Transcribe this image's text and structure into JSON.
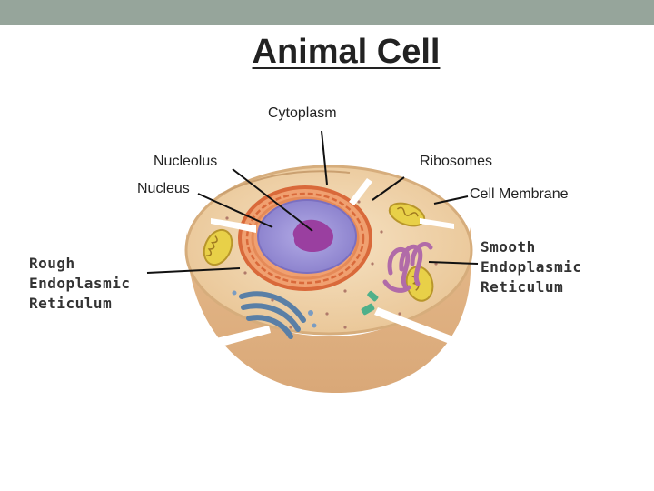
{
  "title": "Animal Cell",
  "labels": {
    "cytoplasm": "Cytoplasm",
    "nucleolus": "Nucleolus",
    "ribosomes": "Ribosomes",
    "nucleus": "Nucleus",
    "cell_membrane": "Cell Membrane",
    "rough_er": [
      "Rough",
      "Endoplasmic",
      "Reticulum"
    ],
    "smooth_er": [
      "Smooth",
      "Endoplasmic",
      "Reticulum"
    ]
  },
  "colors": {
    "band": "#96a59b",
    "cytoplasm": "#f1d5b0",
    "membrane": "#d9b080",
    "nucleus": "#9f97d6",
    "nucleolus": "#9a3fa0",
    "rough_er": "#e8864e",
    "golgi_blue": "#5a7fa6",
    "smooth_er": "#b16ba8",
    "mitochondria": "#e8d048"
  }
}
